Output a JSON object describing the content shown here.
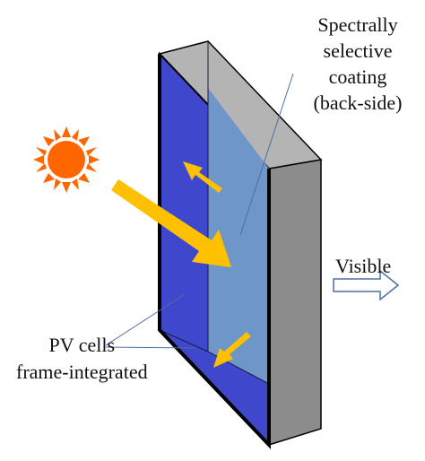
{
  "labels": {
    "coating": [
      "Spectrally",
      "selective",
      "coating",
      "(back-side)"
    ],
    "visible": "Visible",
    "pv": [
      "PV cells",
      "frame-integrated"
    ]
  },
  "colors": {
    "sun": "#FF6600",
    "arrow": "#FFC000",
    "pv_frame": "#3F48CC",
    "glass_face": "#6F96C8",
    "side_panel": "#8C8C8C",
    "top_panel": "#B4B4B4",
    "edge": "#000000",
    "leader": "#4A6FA5",
    "visible_arrow_fill": "#FFFFFF",
    "visible_arrow_stroke": "#4A6FA5"
  },
  "icons": {
    "sun": "sun-icon",
    "visible_arrow": "hollow-right-arrow-icon"
  }
}
